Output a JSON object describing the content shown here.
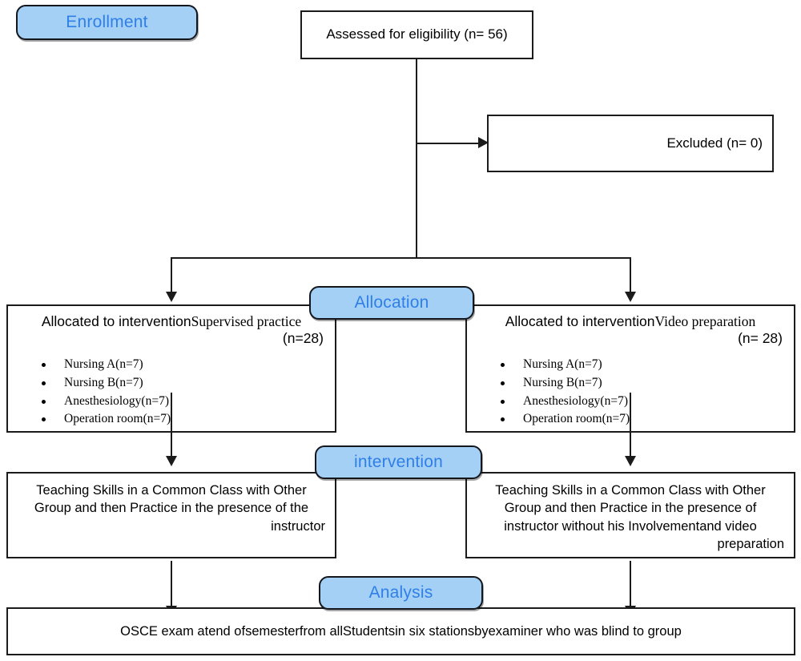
{
  "diagram": {
    "type": "consort-flow-diagram",
    "accent_blue_fill": "#a5d0f5",
    "accent_blue_text": "#2f7fe8",
    "line_color": "#1b1b1b"
  },
  "stages": {
    "enrollment": "Enrollment",
    "allocation": "Allocation",
    "intervention": "intervention",
    "analysis": "Analysis"
  },
  "enrollment": {
    "assessed": "Assessed for eligibility (n= 56)",
    "excluded": "Excluded (n= 0)"
  },
  "allocation": {
    "left": {
      "header_sans_1": "Allocated to intervention",
      "header_serif": "Supervised practice",
      "header_sans_2": "(n=28)",
      "bullets": [
        "Nursing A(n=7)",
        "Nursing B(n=7)",
        "Anesthesiology(n=7)",
        "Operation room(n=7)"
      ]
    },
    "right": {
      "header_sans_1": "Allocated to intervention",
      "header_serif": "Video preparation",
      "header_sans_2": "(n= 28)",
      "bullets": [
        "Nursing A(n=7)",
        "Nursing B(n=7)",
        "Anesthesiology(n=7)",
        "Operation room(n=7)"
      ]
    }
  },
  "intervention": {
    "left_lines": [
      "Teaching Skills in a Common Class with Other",
      "Group and then Practice in the presence of the",
      "instructor"
    ],
    "right_lines": [
      "Teaching Skills in a Common Class with Other",
      "Group and then Practice in the presence of",
      "instructor without his Involvementand video",
      "preparation"
    ]
  },
  "analysis": {
    "outcome": "OSCE exam atend ofsemesterfrom allStudentsin six stationsbyexaminer who was blind to group"
  }
}
